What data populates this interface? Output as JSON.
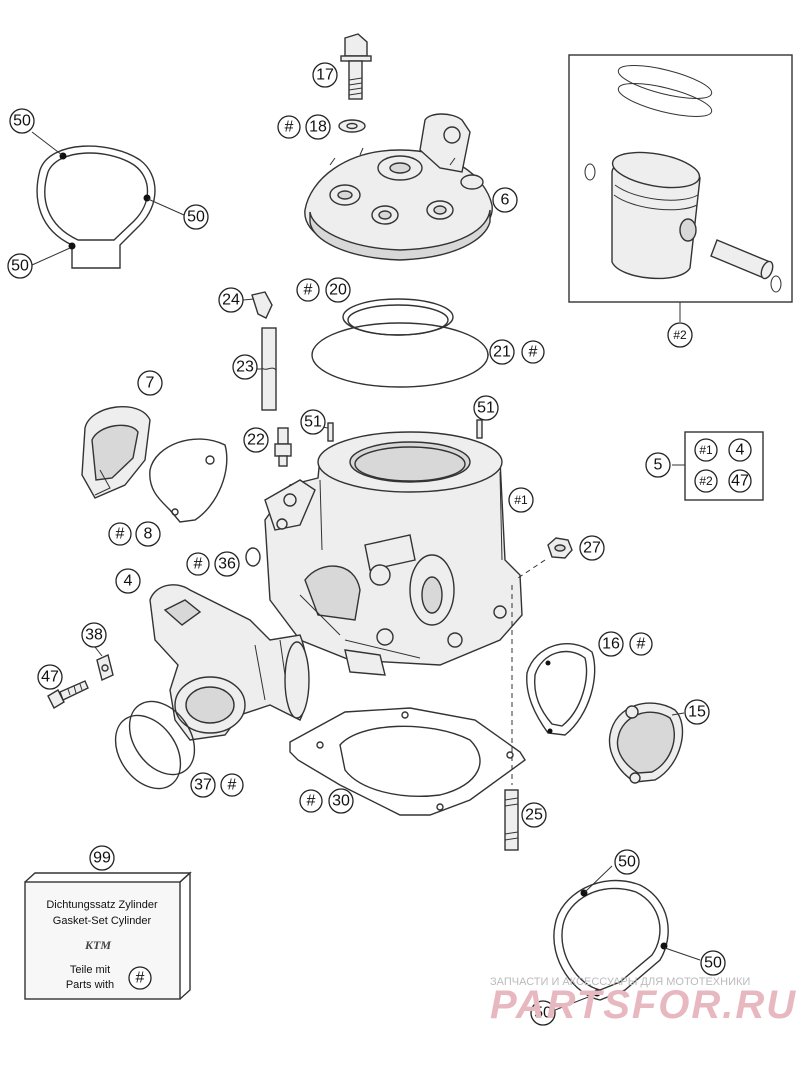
{
  "callouts": {
    "c50_tl_top": "50",
    "c50_tl_right": "50",
    "c50_tl_bottom": "50",
    "c17": "17",
    "c18_hash": "#",
    "c18": "18",
    "c6": "6",
    "c24": "24",
    "c20_hash": "#",
    "c20": "20",
    "c21": "21",
    "c21_hash": "#",
    "c23": "23",
    "c22": "22",
    "c51_left": "51",
    "c51_right": "51",
    "c7": "7",
    "c8_hash": "#",
    "c8": "8",
    "c36_hash": "#",
    "c36": "36",
    "c4": "4",
    "c38": "38",
    "c47": "47",
    "c37": "37",
    "c37_hash": "#",
    "c30_hash": "#",
    "c30": "30",
    "c25": "25",
    "c1": "#1",
    "c27": "27",
    "c16": "16",
    "c16_hash": "#",
    "c15": "15",
    "c2": "#2",
    "c5": "5",
    "c5_h1": "#1",
    "c5_4": "4",
    "c5_h2": "#2",
    "c5_47": "47",
    "c99": "99",
    "c50_br_top": "50",
    "c50_br_right": "50",
    "c50_br_bottom": "50"
  },
  "kit_box": {
    "line1": "Dichtungssatz Zylinder",
    "line2": "Gasket-Set Cylinder",
    "brand": "KTM",
    "line3": "Teile mit",
    "line4": "Parts with",
    "hash": "#"
  },
  "watermark": {
    "tagline": "ЗАПЧАСТИ И АКСЕССУАРЫ ДЛЯ МОТОТЕХНИКИ",
    "logo": "PARTSFOR.RU"
  }
}
